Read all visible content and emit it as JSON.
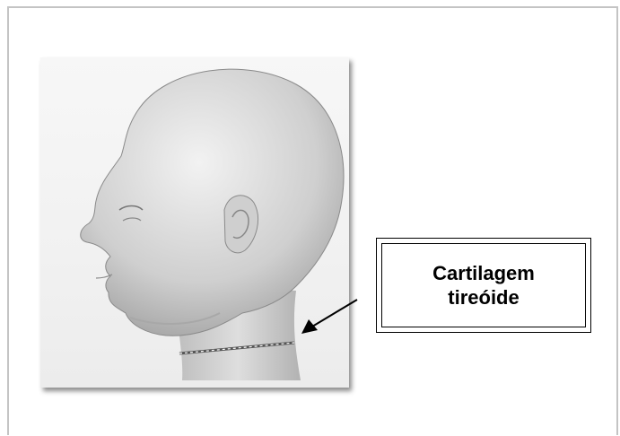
{
  "illustration": {
    "subject": "child head profile with neck measurement line",
    "label_line_1": "Cartilagem",
    "label_line_2": "tireóide"
  },
  "colors": {
    "border": "#c4c4c4",
    "label_border": "#000000",
    "arrow": "#000000"
  },
  "icons": {
    "pointer": "arrow-icon"
  }
}
